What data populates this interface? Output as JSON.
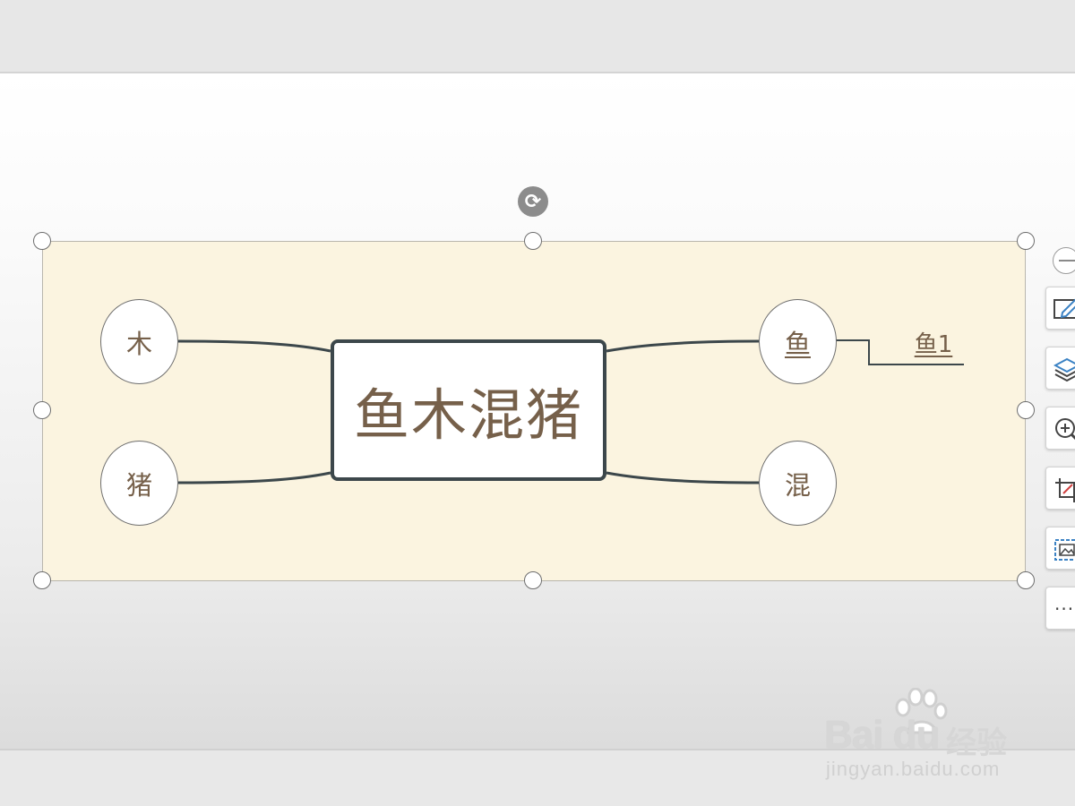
{
  "mindmap": {
    "central_topic": "鱼木混猪",
    "topics": {
      "left_top": "木",
      "left_bottom": "猪",
      "right_top": "鱼",
      "right_bottom": "混"
    },
    "subtopic_of_fish": "鱼1"
  },
  "toolbar": {
    "buttons": [
      "collapse",
      "edit",
      "layers",
      "zoom-in",
      "crop",
      "image-frame",
      "more"
    ]
  },
  "watermark": {
    "brand": "Bai du",
    "brand_cn": "经验",
    "url": "jingyan.baidu.com"
  },
  "colors": {
    "canvas_fill": "#fbf4e0",
    "topic_text": "#76604a",
    "central_border": "#3c474b",
    "connector": "#3c474b"
  }
}
